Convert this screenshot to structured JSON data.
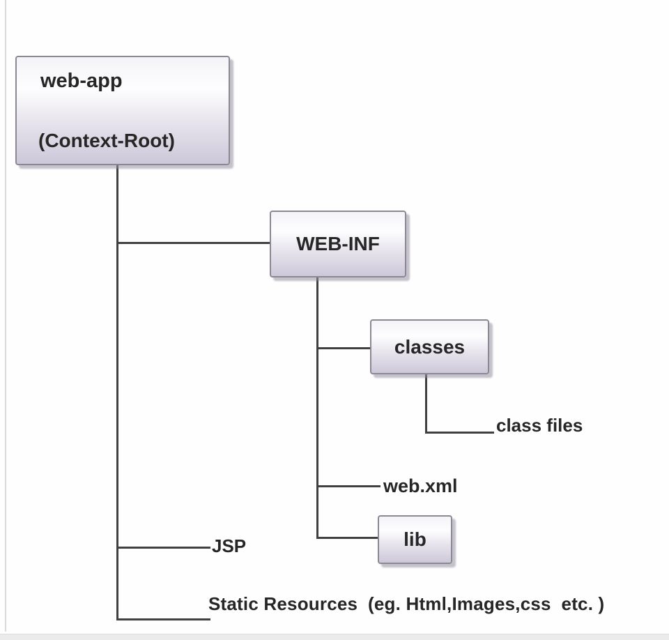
{
  "diagram": {
    "nodes": {
      "web_app": {
        "label": "web-app",
        "sublabel": "(Context-Root)"
      },
      "web_inf": {
        "label": "WEB-INF"
      },
      "classes": {
        "label": "classes"
      },
      "lib": {
        "label": "lib"
      }
    },
    "leaves": {
      "class_files": {
        "label": "class files"
      },
      "web_xml": {
        "label": "web.xml"
      },
      "jsp": {
        "label": "JSP"
      },
      "static_resources": {
        "label": "Static Resources  (eg. Html,Images,css  etc. )"
      }
    },
    "colors": {
      "box_gradient_top": "#f4f3f7",
      "box_gradient_bottom": "#cdc8d9",
      "box_border": "#8b8894",
      "connector": "#404040",
      "text": "#262626",
      "background": "#fefefe"
    }
  }
}
